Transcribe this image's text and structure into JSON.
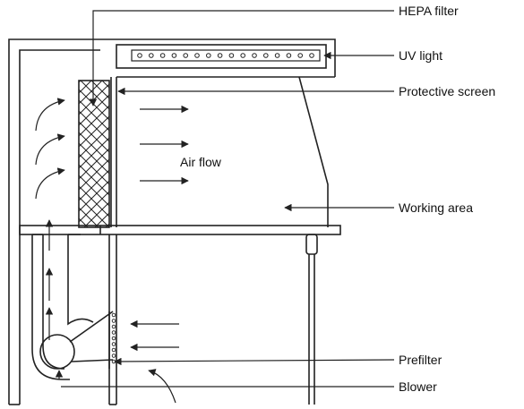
{
  "labels": {
    "hepa_filter": "HEPA filter",
    "uv_light": "UV light",
    "protective_screen": "Protective screen",
    "air_flow": "Air flow",
    "working_area": "Working area",
    "prefilter": "Prefilter",
    "blower": "Blower"
  },
  "colors": {
    "line": "#222222",
    "background": "#ffffff"
  }
}
